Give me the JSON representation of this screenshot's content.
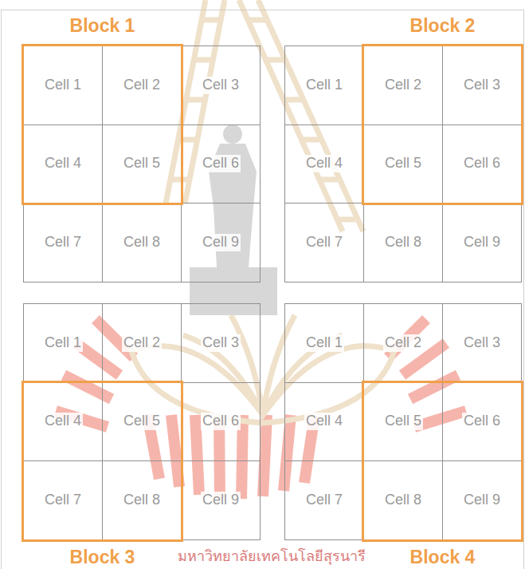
{
  "diagram": {
    "nodes": [
      {
        "text": [
          "Block 1"
        ]
      },
      {
        "text": [
          "Cell 1"
        ],
        "in": 0
      },
      {
        "text": [
          "Cell 2"
        ],
        "in": 0
      },
      {
        "text": [
          "Cell 3"
        ]
      },
      {
        "text": [
          "Cell 4"
        ],
        "in": 0
      },
      {
        "text": [
          "Cell 5"
        ],
        "in": 0
      },
      {
        "text": [
          "Cell 6"
        ]
      },
      {
        "text": [
          "Cell 7"
        ]
      },
      {
        "text": [
          "Cell 8"
        ]
      },
      {
        "text": [
          "Cell 9"
        ]
      },
      {
        "text": [
          "Block 2"
        ]
      },
      {
        "text": [
          "Cell 1"
        ]
      },
      {
        "text": [
          "Cell 2"
        ],
        "in": 10
      },
      {
        "text": [
          "Cell 3"
        ],
        "in": 10
      },
      {
        "text": [
          "Cell 4"
        ]
      },
      {
        "text": [
          "Cell 5"
        ],
        "in": 10
      },
      {
        "text": [
          "Cell 6"
        ],
        "in": 10
      },
      {
        "text": [
          "Cell 7"
        ]
      },
      {
        "text": [
          "Cell 8"
        ]
      },
      {
        "text": [
          "Cell 9"
        ]
      },
      {
        "text": [
          "Block 3"
        ]
      },
      {
        "text": [
          "Cell 1"
        ]
      },
      {
        "text": [
          "Cell 2"
        ]
      },
      {
        "text": [
          "Cell 3"
        ]
      },
      {
        "text": [
          "Cell 4"
        ],
        "in": 20
      },
      {
        "text": [
          "Cell 5"
        ],
        "in": 20
      },
      {
        "text": [
          "Cell 6"
        ]
      },
      {
        "text": [
          "Cell 7"
        ],
        "in": 20
      },
      {
        "text": [
          "Cell 8"
        ],
        "in": 20
      },
      {
        "text": [
          "Cell 9"
        ]
      },
      {
        "text": [
          "Block 4"
        ]
      },
      {
        "text": [
          "Cell 1"
        ]
      },
      {
        "text": [
          "Cell 2"
        ]
      },
      {
        "text": [
          "Cell 3"
        ]
      },
      {
        "text": [
          "Cell 4"
        ]
      },
      {
        "text": [
          "Cell 5"
        ],
        "in": 30
      },
      {
        "text": [
          "Cell 6"
        ],
        "in": 30
      },
      {
        "text": [
          "Cell 7"
        ]
      },
      {
        "text": [
          "Cell 8"
        ],
        "in": 30
      },
      {
        "text": [
          "Cell 9"
        ],
        "in": 30
      }
    ],
    "labels": [
      "มหาวิทยาลัยเทคโนโลยีสุรนารี"
    ]
  }
}
